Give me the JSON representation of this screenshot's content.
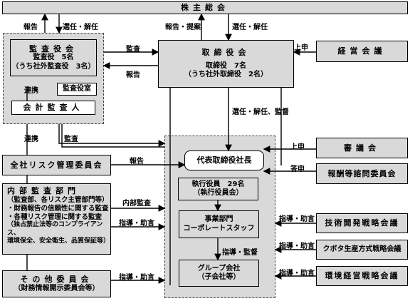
{
  "boxes": {
    "shareholders": "株主総会",
    "audit_board_title": "監査役会",
    "audit_board_line1": "監査役　5名",
    "audit_board_line2": "（うち社外監査役　3名）",
    "audit_office": "監査役室",
    "accounting_auditor": "会計監査人",
    "board_title": "取締役会",
    "board_line1": "取締役　7名",
    "board_line2": "（うち社外取締役　2名）",
    "management_meeting": "経営会議",
    "risk_committee": "全社リスク管理委員会",
    "deliberation_council": "審議会",
    "compensation_committee": "報酬等諮問委員会",
    "ceo": "代表取締役社長",
    "officers_line1": "執行役員　29名",
    "officers_line2": "（執行役員会）",
    "dept_line1": "事業部門",
    "dept_line2": "コーポレートスタッフ",
    "group_line1": "グループ会社",
    "group_line2": "（子会社等）",
    "internal_audit_title": "内部監査部門",
    "internal_audit_lines": [
      "（監査部、各リスク主管部門等）",
      "・財務報告の信頼性に関する監査",
      "・各種リスク管理に関する監査",
      "（独占禁止法等のコンプライアンス、",
      "環境保全、安全衛生、品質保証等）"
    ],
    "other_committees_line1": "その他委員会",
    "other_committees_line2": "（財務情報開示委員会等）",
    "tech_strategy": "技術開発戦略会議",
    "kubota_production": "クボタ生産方式戦略会議",
    "env_strategy": "環境経営戦略会議"
  },
  "labels": {
    "report_1": "報告",
    "elect_1": "選任・解任",
    "report_propose": "報告・提案",
    "elect_2": "選任・解任",
    "audit_1": "監査",
    "report_2": "報告",
    "proposal_1": "上申",
    "coop_1": "連携",
    "elect_supervise": "選任・解任、監督",
    "coop_2": "連携",
    "audit_2": "監査",
    "proposal_2": "上申",
    "report_3": "報告",
    "answer": "答申",
    "internal_audit": "内部監査",
    "guidance_1": "指導・助言",
    "guidance_2": "指導・助言",
    "guidance_3": "指導・監督",
    "guidance_4": "指導・助言",
    "guidance_5": "指導・助言",
    "guidance_6": "指導・助言"
  }
}
